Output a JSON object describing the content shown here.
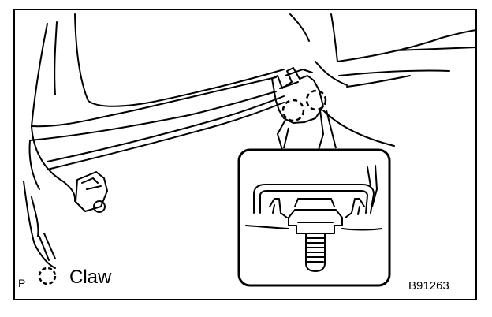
{
  "legend": {
    "prefix": "P",
    "label": "Claw",
    "symbol_icon": "dashed-circle-icon"
  },
  "figure_code": "B91263",
  "colors": {
    "line": "#000000",
    "background": "#ffffff"
  }
}
